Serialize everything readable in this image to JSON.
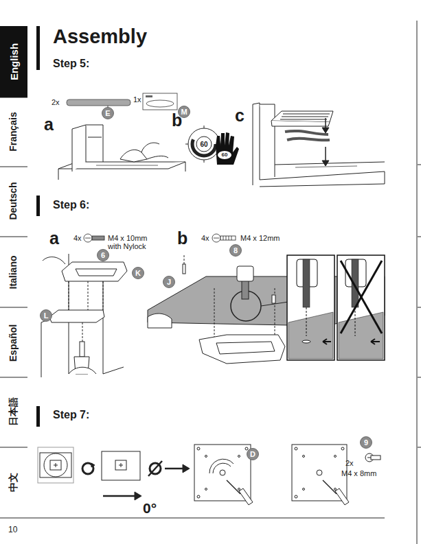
{
  "diagram": {
    "title": "Assembly",
    "nodes": [
      {
        "text": [
          "English"
        ]
      },
      {
        "text": [
          "E"
        ]
      },
      {
        "text": [
          "M"
        ]
      },
      {
        "text": [
          "6"
        ]
      },
      {
        "text": [
          "K"
        ]
      },
      {
        "text": [
          "J"
        ]
      },
      {
        "text": [
          "8"
        ]
      },
      {
        "text": [
          "L"
        ]
      },
      {
        "text": [
          "D"
        ]
      },
      {
        "text": [
          "9"
        ]
      }
    ],
    "labels": [
      "Step 5:",
      "2x",
      "1x",
      "a",
      "b",
      "c",
      "60",
      "60",
      "Step 6:",
      "a",
      "4x",
      "M4 x 10mm with Nylock",
      "b",
      "4x",
      "M4 x 12mm",
      "Step 7:",
      "0°",
      "2x",
      "M4 x 8mm",
      "10",
      "Français",
      "Deutsch",
      "Italiano",
      "Español",
      "日本語",
      "中文"
    ]
  }
}
